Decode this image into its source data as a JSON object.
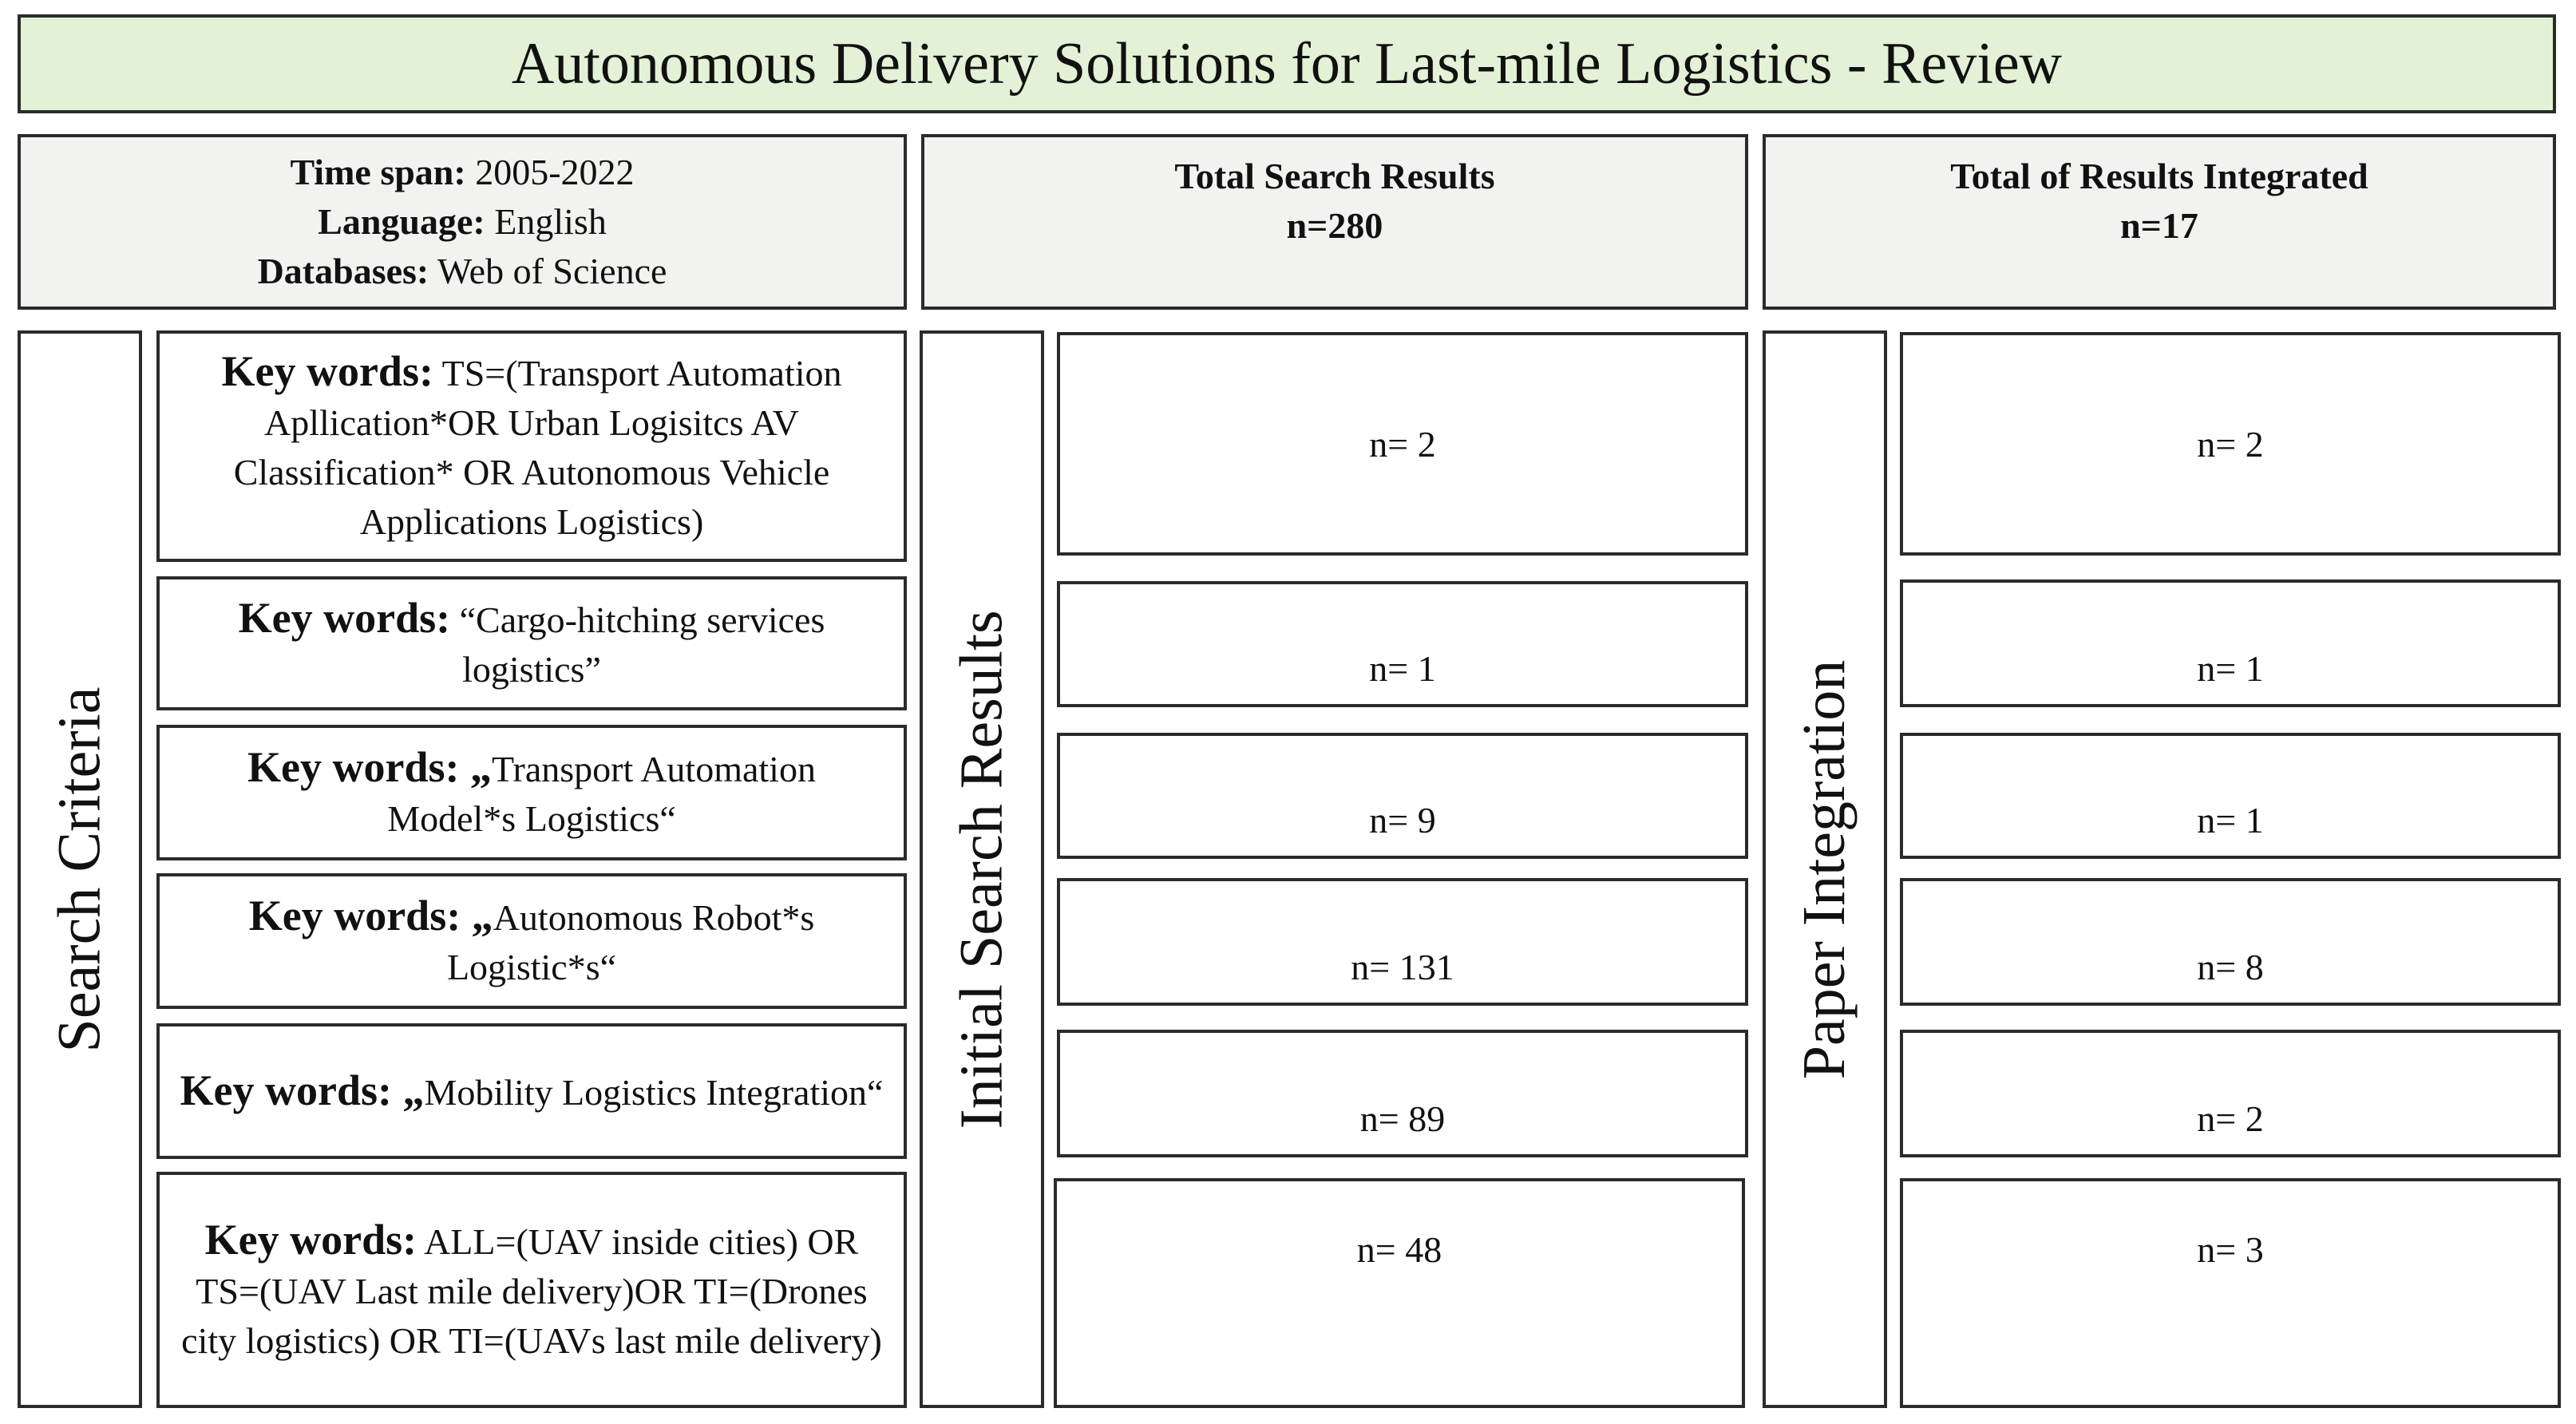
{
  "title": "Autonomous Delivery Solutions for Last-mile Logistics - Review",
  "header": {
    "criteria": [
      {
        "label": "Time span:",
        "value": " 2005-2022"
      },
      {
        "label": "Language:",
        "value": " English"
      },
      {
        "label": "Databases:",
        "value": " Web of Science"
      }
    ],
    "total_search": {
      "title": "Total Search Results",
      "value": "n=280"
    },
    "total_integrated": {
      "title": "Total of Results Integrated",
      "value": "n=17"
    }
  },
  "side_labels": {
    "search_criteria": "Search Criteria",
    "initial_search": "Initial Search Results",
    "paper_integration": "Paper Integration"
  },
  "rows": [
    {
      "label": "Key words:",
      "text": " TS=(Transport Automation Apllication*OR Urban Logisitcs AV Classification* OR Autonomous Vehicle Applications Logistics)",
      "initial": "n= 2",
      "integrated": "n= 2"
    },
    {
      "label": "Key words:",
      "text": " “Cargo-hitching services logistics”",
      "initial": "n= 1",
      "integrated": "n= 1"
    },
    {
      "label": "Key words: „",
      "text": "Transport Automation Model*s Logistics“",
      "initial": "n= 9",
      "integrated": "n= 1"
    },
    {
      "label": "Key words: „",
      "text": "Autonomous Robot*s Logistic*s“",
      "initial": "n= 131",
      "integrated": "n= 8"
    },
    {
      "label": "Key words: „",
      "text": "Mobility Logistics Integration“",
      "initial": "n= 89",
      "integrated": "n= 2"
    },
    {
      "label": "Key words:",
      "text": " ALL=(UAV inside cities) OR TS=(UAV Last mile delivery)OR TI=(Drones city logistics) OR TI=(UAVs last mile delivery)",
      "initial": "n= 48",
      "integrated": "n= 3"
    }
  ]
}
